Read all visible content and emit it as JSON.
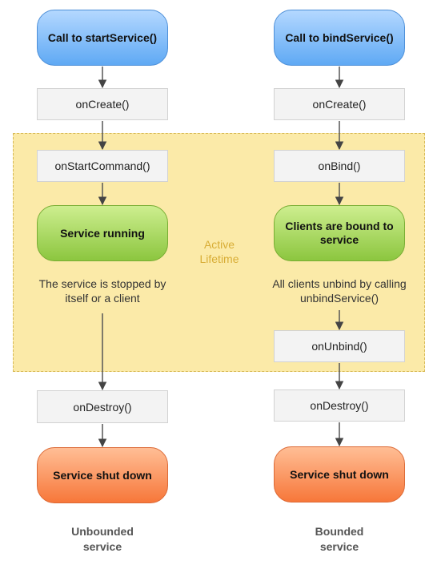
{
  "active_zone": {
    "label": "Active Lifetime"
  },
  "left": {
    "start": "Call to startService()",
    "on_create": "onCreate()",
    "on_start_command": "onStartCommand()",
    "running": "Service running",
    "stop_note": "The service is stopped by itself or a client",
    "on_destroy": "onDestroy()",
    "shut_down": "Service shut down",
    "caption": "Unbounded service"
  },
  "right": {
    "start": "Call to bindService()",
    "on_create": "onCreate()",
    "on_bind": "onBind()",
    "bound": "Clients are bound to service",
    "unbind_note": "All clients unbind by calling unbindService()",
    "on_unbind": "onUnbind()",
    "on_destroy": "onDestroy()",
    "shut_down": "Service shut down",
    "caption": "Bounded service"
  },
  "colors": {
    "start_node": "#5fa9f4",
    "running_node": "#8cc63f",
    "shutdown_node": "#f7773a",
    "active_zone": "#fbeaa8",
    "active_label": "#d8ad36"
  }
}
